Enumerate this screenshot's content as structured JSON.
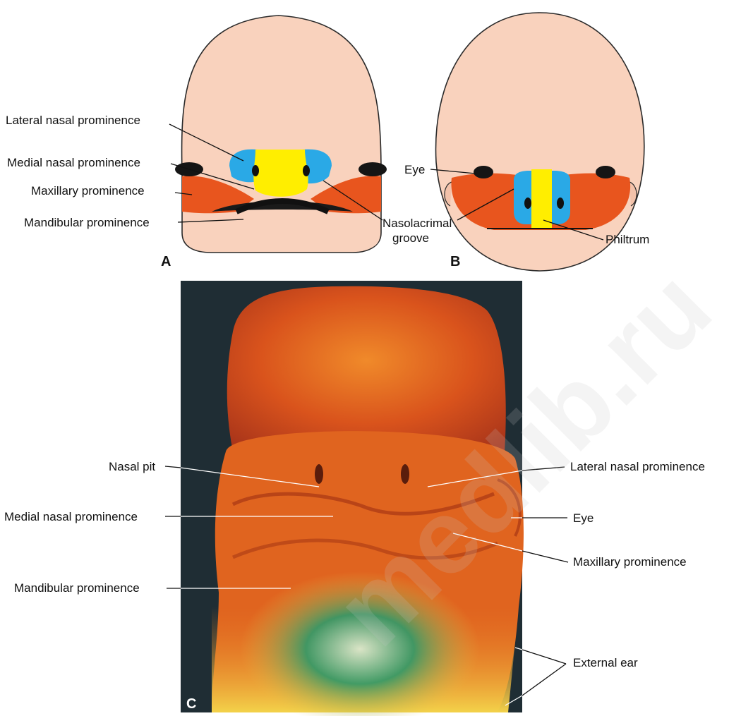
{
  "panel_a": {
    "letter": "A",
    "labels": {
      "lateral_nasal_prominence": "Lateral nasal prominence",
      "medial_nasal_prominence": "Medial nasal prominence",
      "maxillary_prominence": "Maxillary prominence",
      "mandibular_prominence": "Mandibular prominence"
    }
  },
  "panel_b": {
    "letter": "B",
    "labels": {
      "eye": "Eye",
      "nasolacrimal_line1": "Nasolacrimal",
      "nasolacrimal_line2": "groove",
      "philtrum": "Philtrum"
    }
  },
  "panel_c": {
    "letter": "C",
    "labels": {
      "nasal_pit": "Nasal pit",
      "lateral_nasal_prominence": "Lateral nasal prominence",
      "medial_nasal_prominence": "Medial nasal prominence",
      "eye": "Eye",
      "maxillary_prominence": "Maxillary prominence",
      "mandibular_prominence": "Mandibular prominence",
      "external_ear": "External ear"
    }
  },
  "watermark": "medlib.ru",
  "colors": {
    "skin": "#f9d2bd",
    "maxillary": "#e8551e",
    "lateral_nasal": "#2aa9e6",
    "medial_nasal": "#ffee00",
    "photo_background": "#1f2d34"
  }
}
